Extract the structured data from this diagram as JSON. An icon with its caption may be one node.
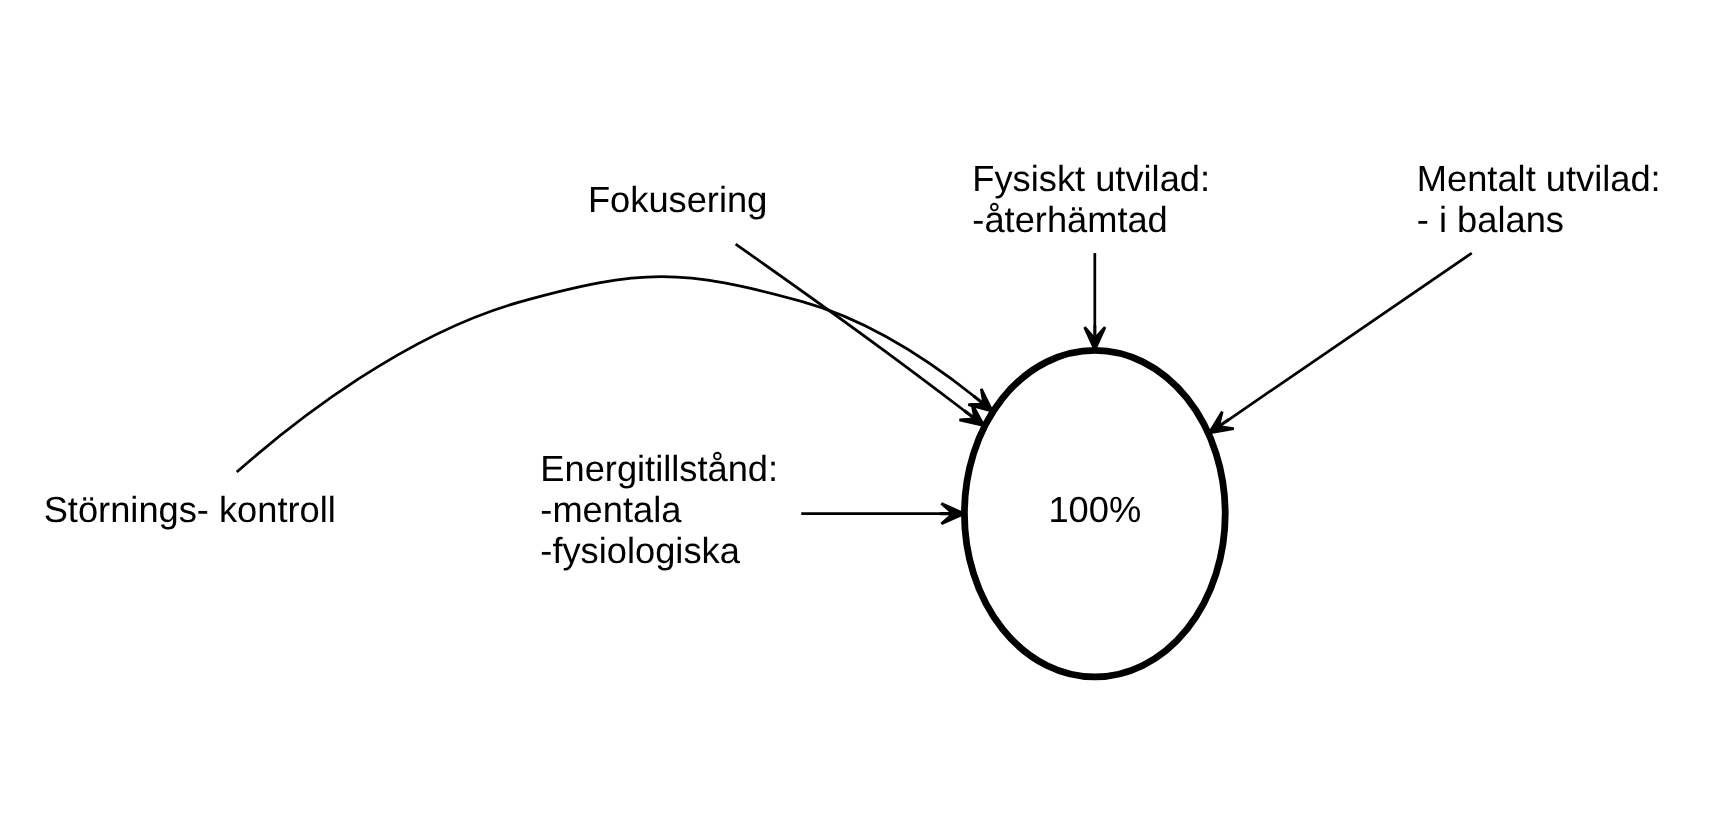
{
  "diagram": {
    "nodes": [
      {
        "text": [
          "100%"
        ]
      },
      {
        "text": [
          "Fokusering"
        ]
      },
      {
        "text": [
          "Störnings- kontroll"
        ]
      },
      {
        "text": [
          "Energitillstånd:",
          "-mentala",
          "-fysiologiska"
        ]
      },
      {
        "text": [
          "Fysiskt utvilad:",
          "-återhämtad"
        ]
      },
      {
        "text": [
          "Mentalt utvilad:",
          "- i balans"
        ]
      }
    ],
    "edges": [
      {
        "from": 1,
        "to": 0,
        "arrow": "to"
      },
      {
        "from": 2,
        "to": 0,
        "arrow": "to"
      },
      {
        "from": 3,
        "to": 0,
        "arrow": "to"
      },
      {
        "from": 4,
        "to": 0,
        "arrow": "to"
      },
      {
        "from": 5,
        "to": 0,
        "arrow": "to"
      }
    ]
  }
}
